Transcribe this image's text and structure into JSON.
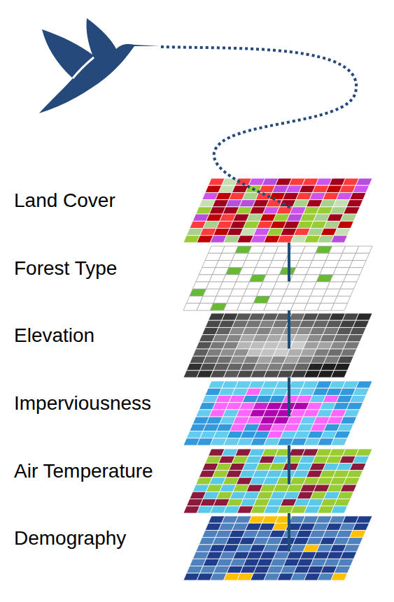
{
  "diagram": {
    "nodes": [
      {
        "text": [
          "Land Cover"
        ]
      },
      {
        "text": [
          "Forest Type"
        ]
      },
      {
        "text": [
          "Elevation"
        ]
      },
      {
        "text": [
          "Imperviousness"
        ]
      },
      {
        "text": [
          "Air Temperature"
        ]
      },
      {
        "text": [
          "Demography"
        ]
      }
    ],
    "edges": [
      {
        "from": 0,
        "to": 1,
        "arrow": "none"
      },
      {
        "from": 1,
        "to": 2,
        "arrow": "none"
      },
      {
        "from": 2,
        "to": 3,
        "arrow": "none"
      },
      {
        "from": 3,
        "to": 4,
        "arrow": "none"
      },
      {
        "from": 4,
        "to": 5,
        "arrow": "none"
      }
    ]
  }
}
